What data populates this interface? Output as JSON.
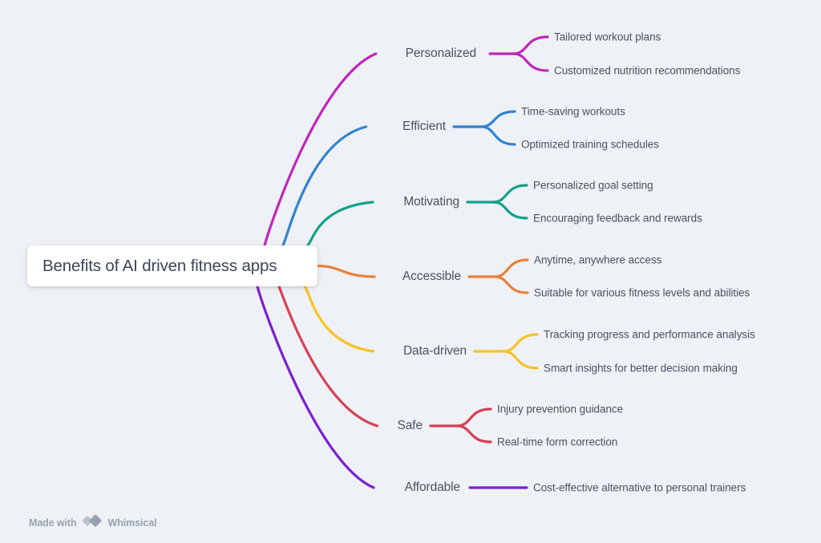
{
  "canvas": {
    "background": "#eef1f5",
    "text_color": "#4a5260"
  },
  "root": {
    "label": "Benefits of AI driven fitness apps"
  },
  "footer": {
    "made_with": "Made with",
    "brand": "Whimsical",
    "logo_icon": "whimsical-diamond-logo-icon",
    "color": "#97a2b0"
  },
  "chart_data": {
    "type": "mindmap",
    "title": "Benefits of AI driven fitness apps",
    "root": "Benefits of AI driven fitness apps",
    "branches": [
      {
        "label": "Personalized",
        "color": "#bf27bc",
        "children": [
          "Tailored workout plans",
          "Customized nutrition recommendations"
        ]
      },
      {
        "label": "Efficient",
        "color": "#3183d0",
        "children": [
          "Time-saving workouts",
          "Optimized training schedules"
        ]
      },
      {
        "label": "Motivating",
        "color": "#12a28d",
        "children": [
          "Personalized goal setting",
          "Encouraging feedback and rewards"
        ]
      },
      {
        "label": "Accessible",
        "color": "#e8823a",
        "children": [
          "Anytime, anywhere access",
          "Suitable for various fitness levels and abilities"
        ]
      },
      {
        "label": "Data-driven",
        "color": "#f6c324",
        "children": [
          "Tracking progress and performance analysis",
          "Smart insights for better decision making"
        ]
      },
      {
        "label": "Safe",
        "color": "#d64055",
        "children": [
          "Injury prevention guidance",
          "Real-time form correction"
        ]
      },
      {
        "label": "Affordable",
        "color": "#7b1fd4",
        "children": [
          "Cost-effective alternative to personal trainers"
        ]
      }
    ]
  }
}
